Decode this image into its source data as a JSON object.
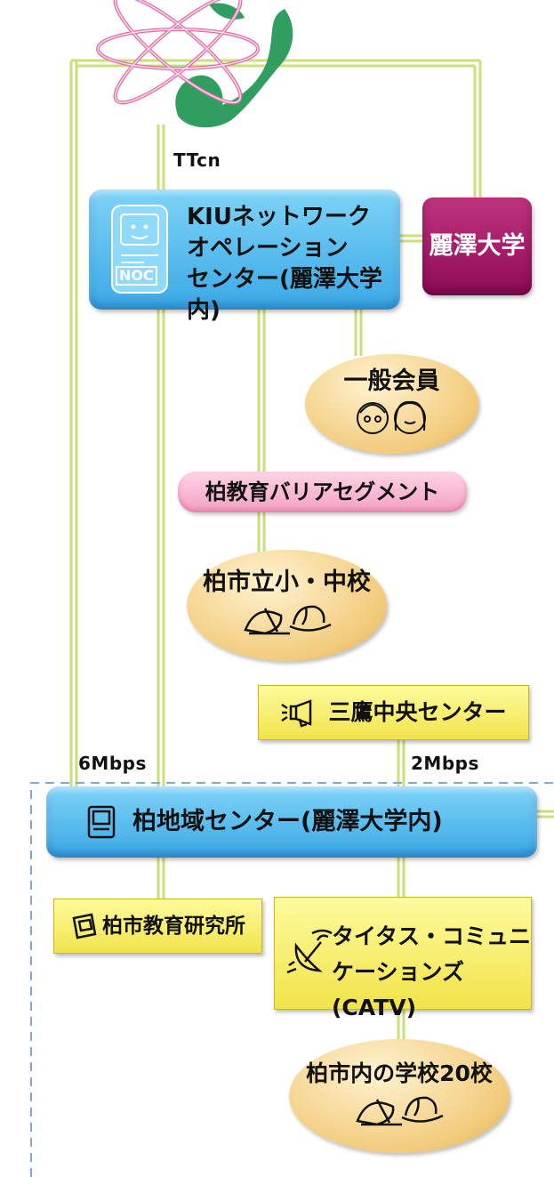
{
  "top_label": "TTcn",
  "noc": {
    "icon_text": "NOC",
    "lines": [
      "KIUネットワーク",
      "オペレーション",
      "センター(麗澤大学内)"
    ]
  },
  "reitaku": "麗澤大学",
  "general_members": "一般会員",
  "segment": "柏教育バリアセグメント",
  "city_schools": "柏市立小・中校",
  "mitaka": "三鷹中央センター",
  "speed_left": "6Mbps",
  "speed_right": "2Mbps",
  "kashiwa_center": "柏地域センター(麗澤大学内)",
  "edu_institute": "柏市教育研究所",
  "catv": [
    "タイタス・コミュニ",
    "ケーションズ(CATV)"
  ],
  "schools20": "柏市内の学校20校",
  "colors": {
    "line": "#c9e07a",
    "blue_box": "#4fb6ec",
    "magenta_box": "#a21a6a",
    "yellow_box": "#f5ea5a",
    "dashed_border": "#7ea7d8"
  }
}
